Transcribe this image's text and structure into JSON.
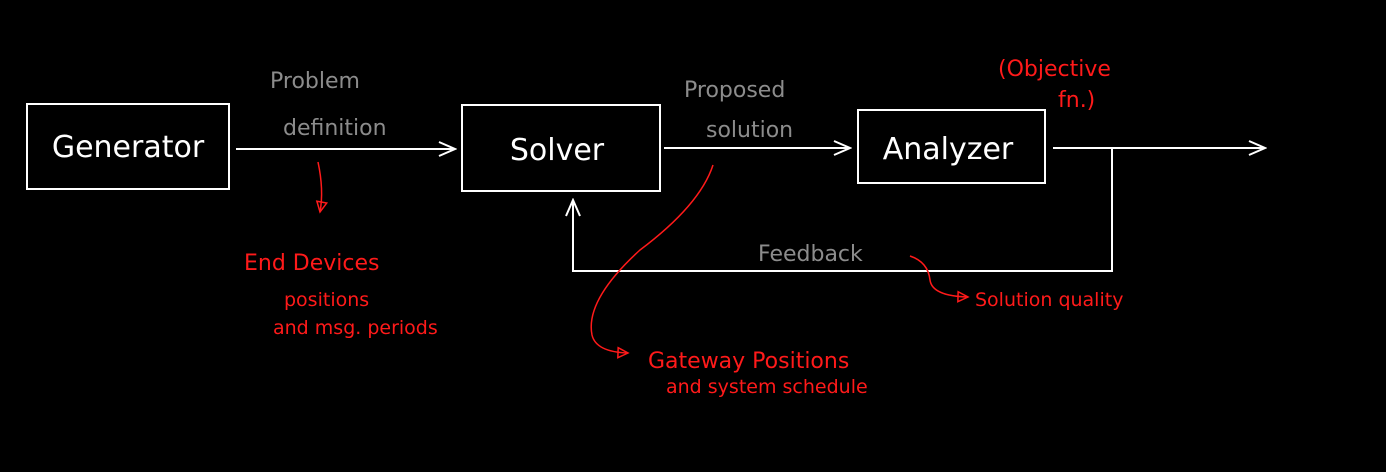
{
  "colors": {
    "background": "#000000",
    "box_stroke": "#ffffff",
    "box_text": "#ffffff",
    "flow_label": "#8c8c8c",
    "annotation": "#ff1a1a"
  },
  "nodes": {
    "generator": "Generator",
    "solver": "Solver",
    "analyzer": "Analyzer"
  },
  "edges": {
    "problem_definition_line1": "Problem",
    "problem_definition_line2": "definition",
    "proposed_solution_line1": "Proposed",
    "proposed_solution_line2": "solution",
    "feedback": "Feedback"
  },
  "annotations": {
    "end_devices_line1": "End Devices",
    "end_devices_line2": "positions",
    "end_devices_line3": "and msg. periods",
    "gateway_line1": "Gateway Positions",
    "gateway_line2": "and system schedule",
    "objective_line1": "(Objective",
    "objective_line2": "fn.)",
    "solution_quality": "Solution quality"
  }
}
